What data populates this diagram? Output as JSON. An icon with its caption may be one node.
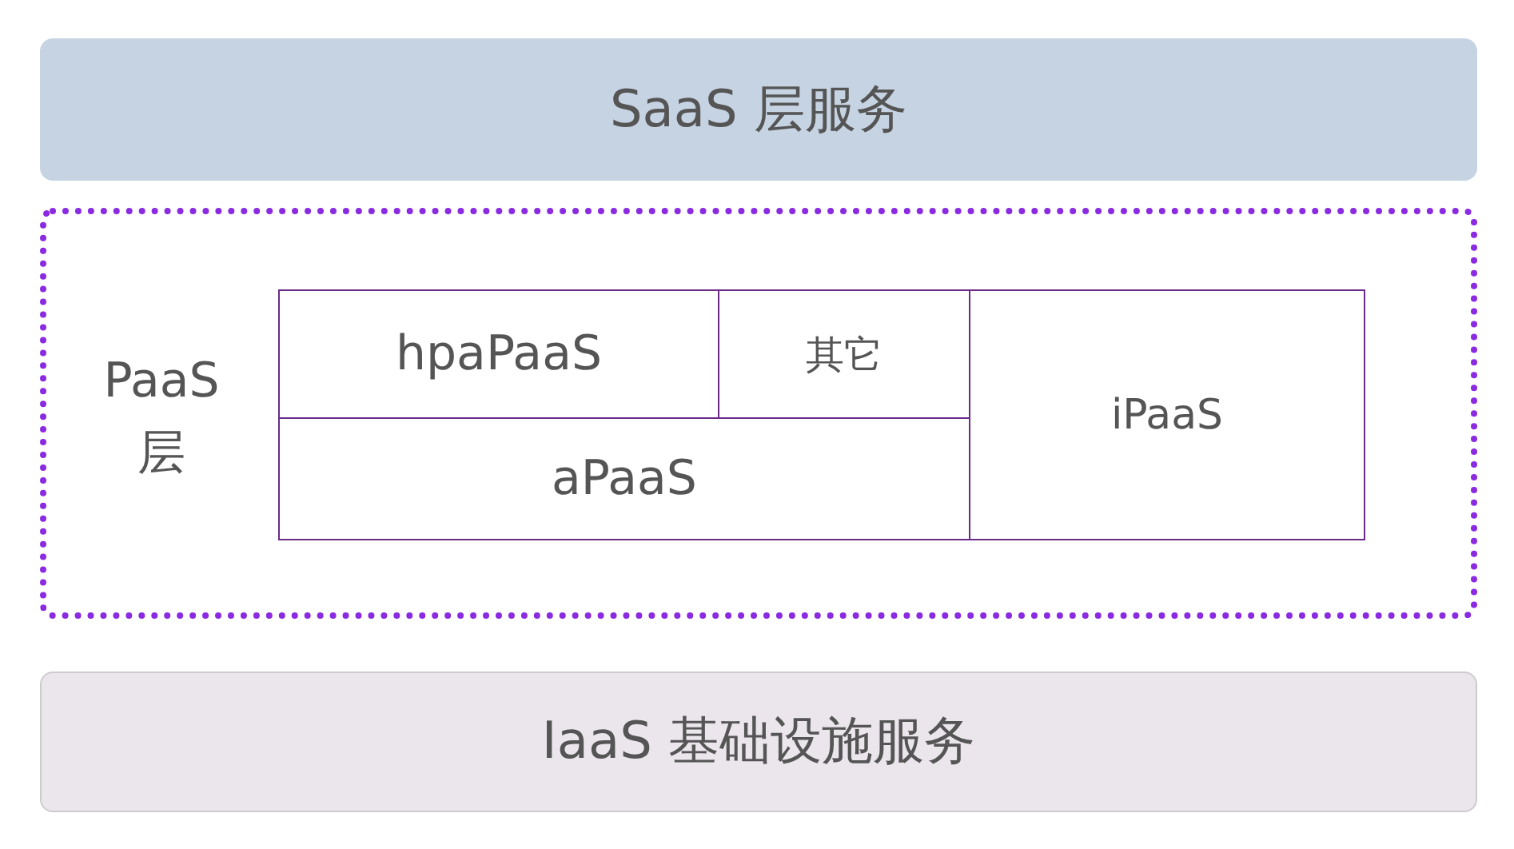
{
  "diagram": {
    "nodes": [
      {
        "text": [
          "SaaS 层服务"
        ]
      },
      {
        "text": [
          "PaaS 层"
        ]
      },
      {
        "text": [
          "hpaPaaS"
        ],
        "in": 1
      },
      {
        "text": [
          "其它"
        ],
        "in": 1
      },
      {
        "text": [
          "aPaaS"
        ],
        "in": 1
      },
      {
        "text": [
          "iPaaS"
        ],
        "in": 1
      },
      {
        "text": [
          "IaaS 基础设施服务"
        ]
      }
    ]
  }
}
